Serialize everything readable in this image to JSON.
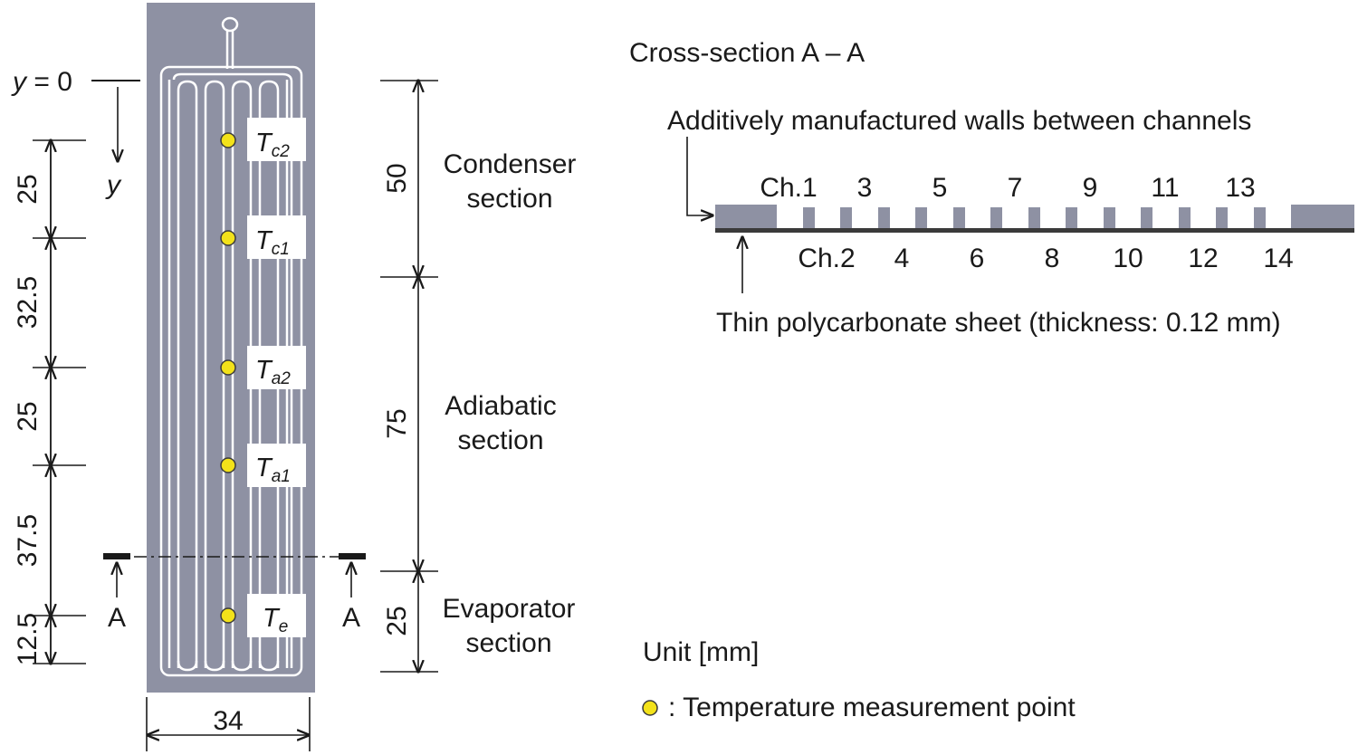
{
  "y_origin": {
    "var": "y",
    "eq": " = 0"
  },
  "y_axis_label": "y",
  "left_dims": [
    "25",
    "32.5",
    "25",
    "37.5",
    "12.5"
  ],
  "width_dim": "34",
  "right_dims": [
    "50",
    "75",
    "25"
  ],
  "sections": [
    {
      "line1": "Condenser",
      "line2": "section"
    },
    {
      "line1": "Adiabatic",
      "line2": "section"
    },
    {
      "line1": "Evaporator",
      "line2": "section"
    }
  ],
  "sensors": [
    {
      "main": "T",
      "sub": "c2"
    },
    {
      "main": "T",
      "sub": "c1"
    },
    {
      "main": "T",
      "sub": "a2"
    },
    {
      "main": "T",
      "sub": "a1"
    },
    {
      "main": "T",
      "sub": "e"
    }
  ],
  "section_marker": "A",
  "cross_section": {
    "title": "Cross-section A – A",
    "walls_label": "Additively manufactured walls between channels",
    "top_channels": [
      "Ch.1",
      "3",
      "5",
      "7",
      "9",
      "11",
      "13"
    ],
    "bottom_channels": [
      "Ch.2",
      "4",
      "6",
      "8",
      "10",
      "12",
      "14"
    ],
    "sheet_label": "Thin polycarbonate sheet (thickness: 0.12 mm)"
  },
  "unit_label": "Unit [mm]",
  "legend_label": ": Temperature measurement point",
  "colors": {
    "plate": "#8e91a3",
    "sensor": "#f3e21a",
    "channel_line": "#ffffff"
  }
}
